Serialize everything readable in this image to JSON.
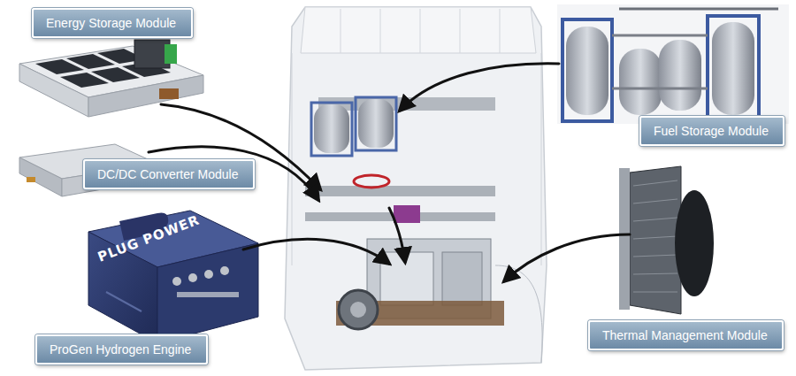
{
  "diagram": {
    "nodes": [
      {
        "text": [
          "Energy Storage Module"
        ]
      },
      {
        "text": [
          "DC/DC Converter Module"
        ]
      },
      {
        "text": [
          "ProGen Hydrogen Engine"
        ]
      },
      {
        "text": [
          "Fuel Storage Module"
        ]
      },
      {
        "text": [
          "Thermal Management Module"
        ]
      }
    ],
    "labels": [
      "PLUG POWER"
    ]
  }
}
